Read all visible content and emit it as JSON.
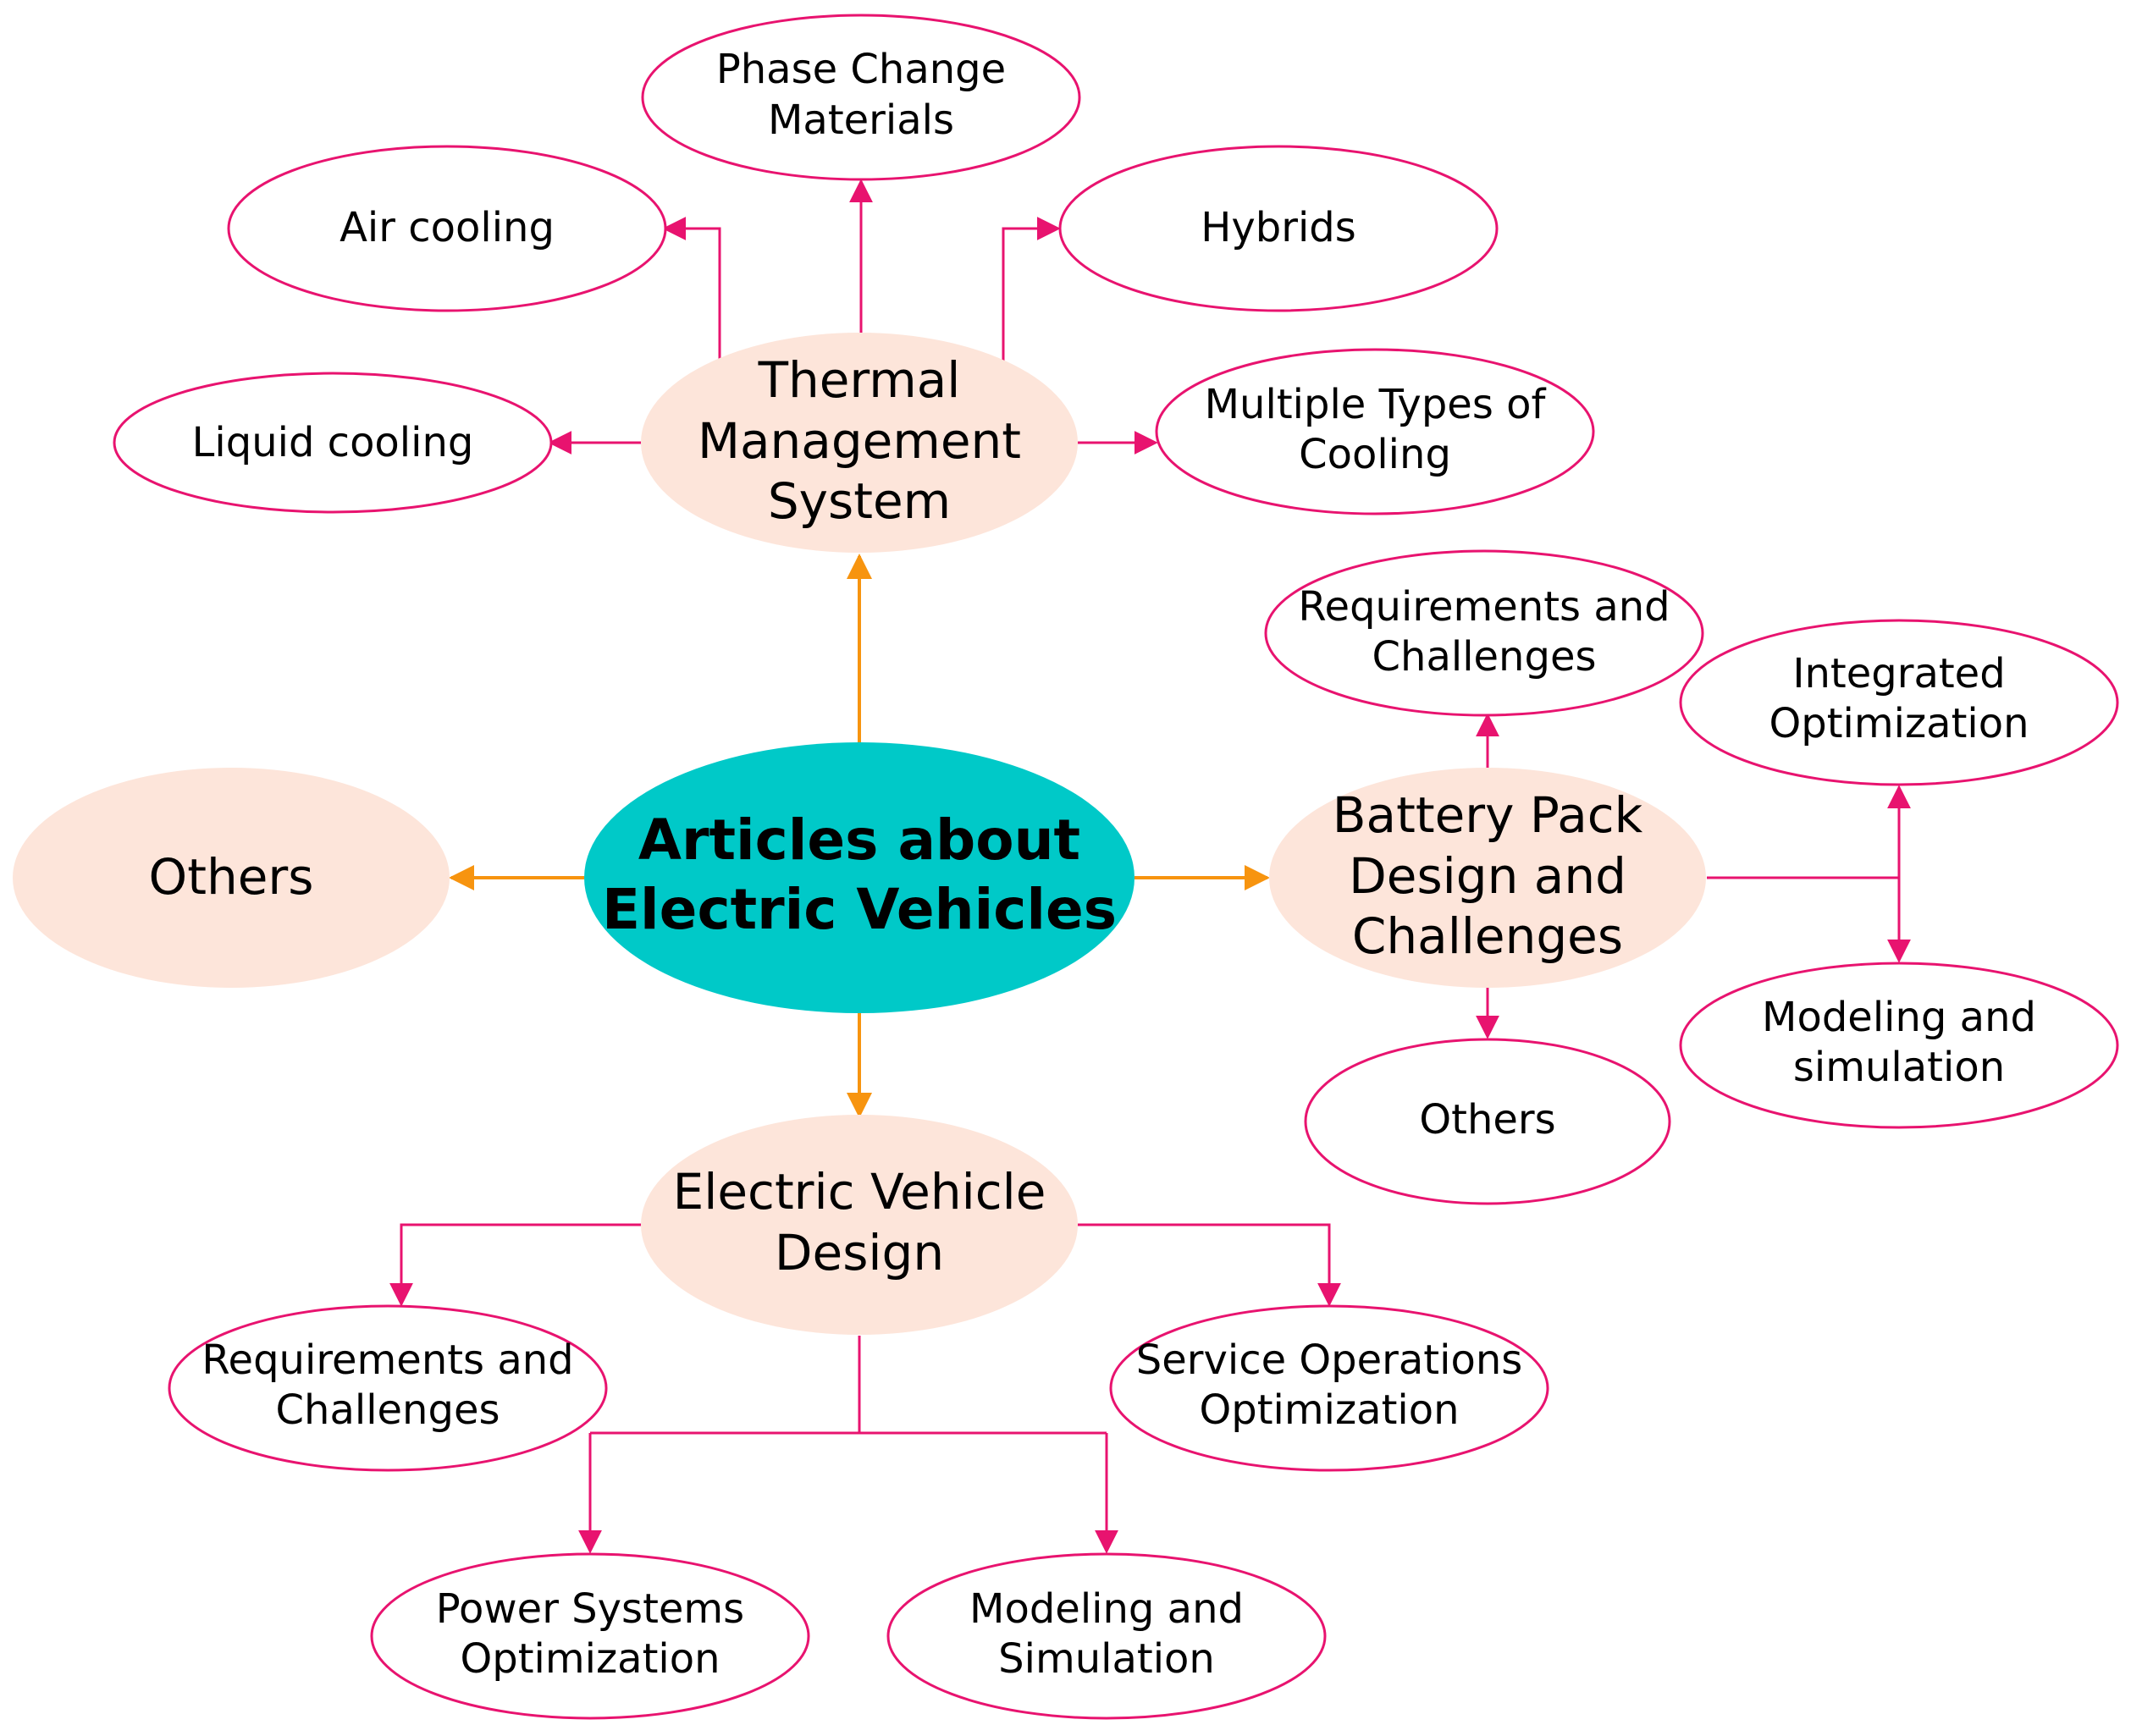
{
  "colors": {
    "center_fill": "#00c9c8",
    "category_fill": "#fde5da",
    "leaf_stroke": "#e8136f",
    "leaf_connector": "#e8136f",
    "main_connector": "#f7940f"
  },
  "center": {
    "lines": [
      "Articles about",
      "Electric Vehicles"
    ]
  },
  "thermal": {
    "lines": [
      "Thermal",
      "Management",
      "System"
    ],
    "children": {
      "phase_change": [
        "Phase Change",
        "Materials"
      ],
      "air_cooling": [
        "Air cooling"
      ],
      "hybrids": [
        "Hybrids"
      ],
      "liquid_cooling": [
        "Liquid cooling"
      ],
      "multiple_types": [
        "Multiple Types of",
        "Cooling"
      ]
    }
  },
  "others_main": {
    "lines": [
      "Others"
    ]
  },
  "battery": {
    "lines": [
      "Battery Pack",
      "Design and",
      "Challenges"
    ],
    "children": {
      "requirements": [
        "Requirements and",
        "Challenges"
      ],
      "integrated": [
        "Integrated",
        "Optimization"
      ],
      "modeling": [
        "Modeling and",
        "simulation"
      ],
      "others": [
        "Others"
      ]
    }
  },
  "ev_design": {
    "lines": [
      "Electric Vehicle",
      "Design"
    ],
    "children": {
      "requirements": [
        "Requirements and",
        "Challenges"
      ],
      "service": [
        "Service Operations",
        "Optimization"
      ],
      "power": [
        "Power Systems",
        "Optimization"
      ],
      "modeling": [
        "Modeling and",
        "Simulation"
      ]
    }
  }
}
